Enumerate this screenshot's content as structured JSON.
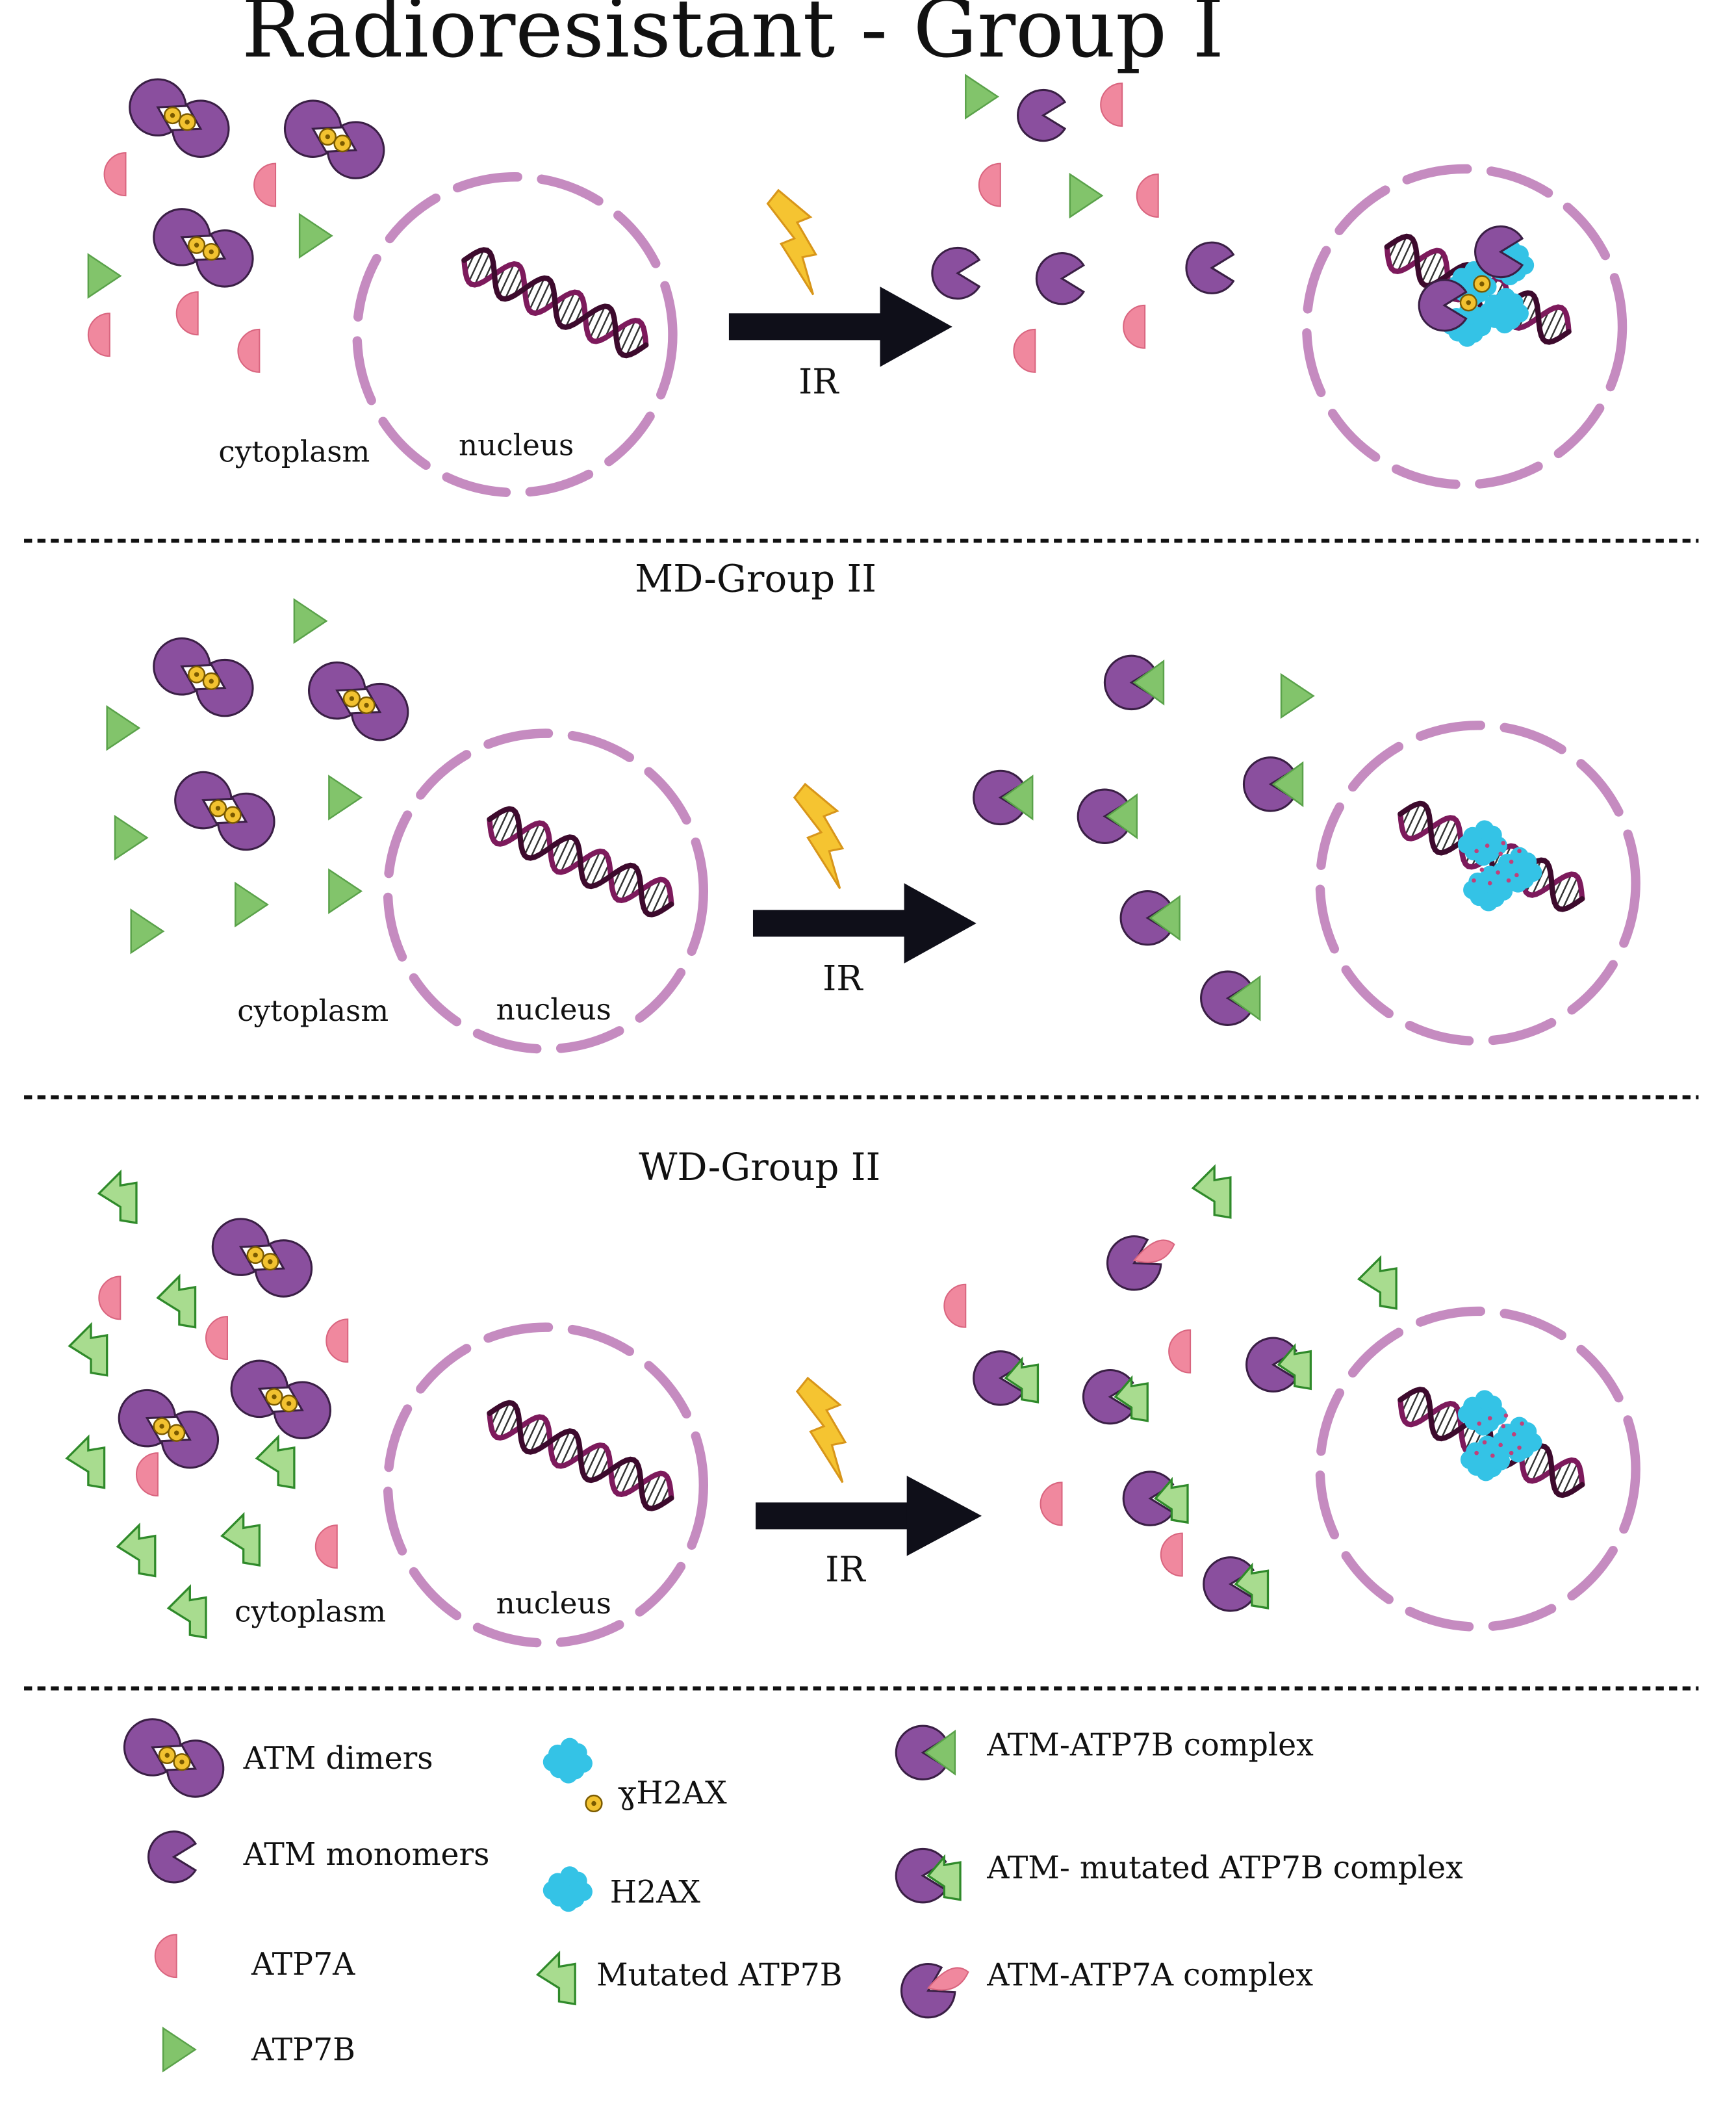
{
  "colors": {
    "atm_purple": "#8a4f9e",
    "atm_outline": "#3a1f45",
    "atp7a_pink": "#f0889e",
    "atp7b_green": "#82c46b",
    "mutated_green": "#a8dc8f",
    "nucleus_membrane": "#c58bc0",
    "h2ax_cyan": "#34c3e6",
    "phospho_yellow": "#f2c230",
    "dna_strand": "#7d1a5c",
    "arrow": "#0f0f19"
  },
  "panels": [
    {
      "title": "Radioresistant - Group I",
      "cytoplasm_label": "cytoplasm",
      "nucleus_label": "nucleus",
      "arrow_label": "IR"
    },
    {
      "title": "MD-Group II",
      "cytoplasm_label": "cytoplasm",
      "nucleus_label": "nucleus",
      "arrow_label": "IR"
    },
    {
      "title": "WD-Group II",
      "cytoplasm_label": "cytoplasm",
      "nucleus_label": "nucleus",
      "arrow_label": "IR"
    }
  ],
  "legend": {
    "atm_dimers": "ATM dimers",
    "atm_monomers": "ATM monomers",
    "atp7a": "ATP7A",
    "atp7b": "ATP7B",
    "gamma_h2ax": "ɣH2AX",
    "h2ax": "H2AX",
    "mutated_atp7b": "Mutated ATP7B",
    "atm_atp7b_complex": "ATM-ATP7B complex",
    "atm_mutated_atp7b_complex": "ATM- mutated ATP7B complex",
    "atm_atp7a_complex": "ATM-ATP7A complex"
  }
}
